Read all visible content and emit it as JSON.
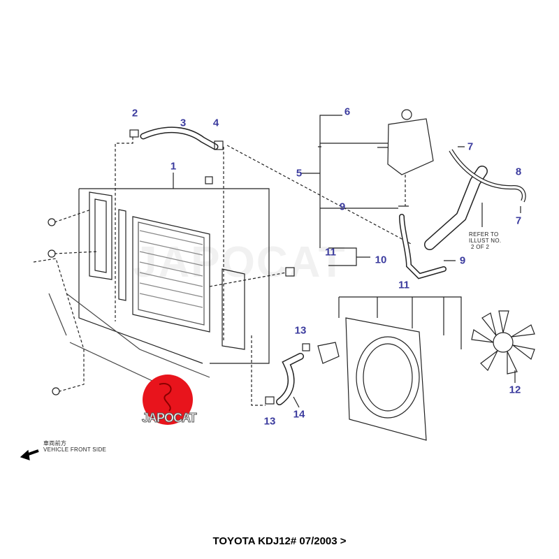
{
  "part_numbers": [
    {
      "id": "2",
      "label": "2"
    },
    {
      "id": "3",
      "label": "3"
    },
    {
      "id": "4",
      "label": "4"
    },
    {
      "id": "1",
      "label": "1"
    },
    {
      "id": "6",
      "label": "6"
    },
    {
      "id": "5",
      "label": "5"
    },
    {
      "id": "7a",
      "label": "7"
    },
    {
      "id": "8",
      "label": "8"
    },
    {
      "id": "7b",
      "label": "7"
    },
    {
      "id": "9a",
      "label": "9"
    },
    {
      "id": "11a",
      "label": "11"
    },
    {
      "id": "10",
      "label": "10"
    },
    {
      "id": "9b",
      "label": "9"
    },
    {
      "id": "11b",
      "label": "11"
    },
    {
      "id": "13a",
      "label": "13"
    },
    {
      "id": "12",
      "label": "12"
    },
    {
      "id": "13b",
      "label": "13"
    },
    {
      "id": "14",
      "label": "14"
    }
  ],
  "refer_note": [
    "REFER TO",
    "ILLUST NO.",
    "2 OF 2"
  ],
  "direction": {
    "jp": "車両前方",
    "en": "VEHICLE FRONT SIDE"
  },
  "logo": "JAPOCAT",
  "watermark": "JAPOCAT",
  "caption": "TOYOTA KDJ12# 07/2003 >",
  "colors": {
    "label": "#3b3b9e",
    "logo_red": "#e8141c"
  }
}
